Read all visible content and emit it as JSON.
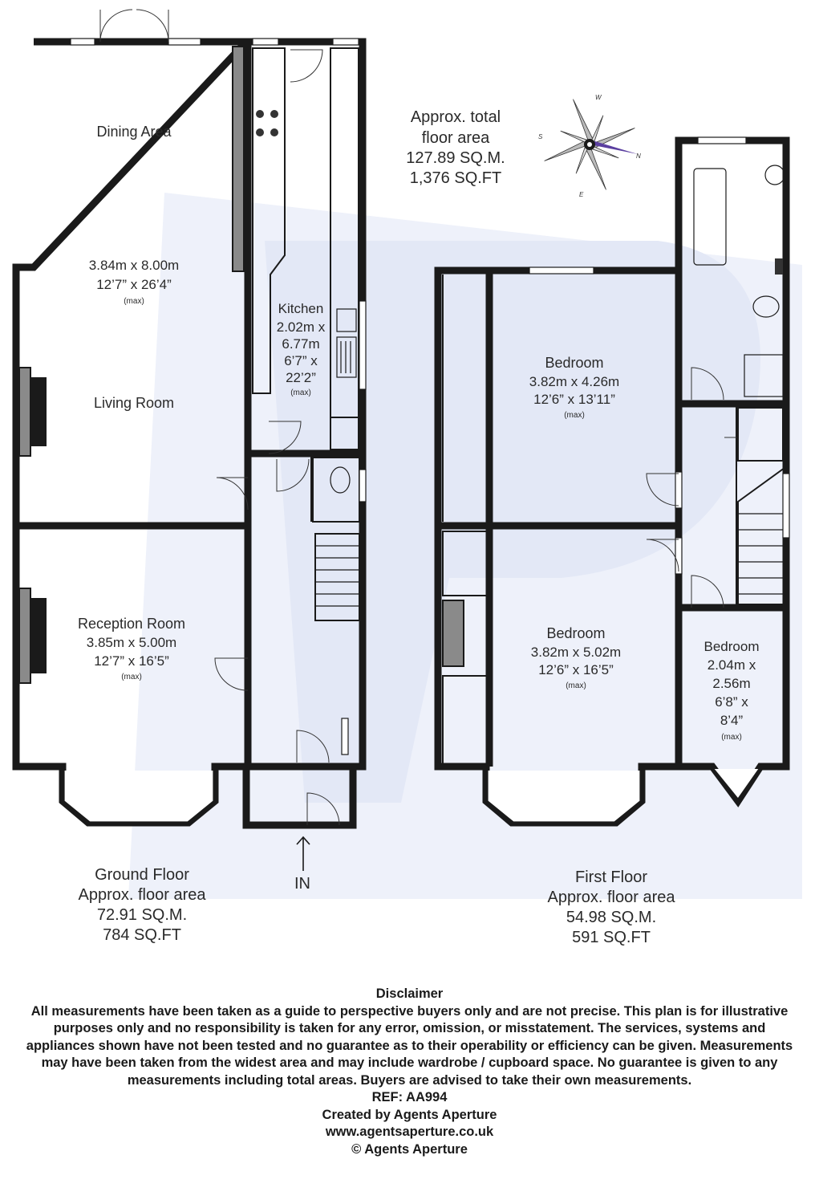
{
  "total": {
    "line1": "Approx. total",
    "line2": "floor area",
    "line3": "127.89 SQ.M.",
    "line4": "1,376 SQ.FT"
  },
  "compass": {
    "n": "N",
    "s": "S",
    "e": "E",
    "w": "W",
    "needle_color": "#5b3fa0"
  },
  "ground": {
    "dining": {
      "name": "Dining Area"
    },
    "living": {
      "name": "Living Room",
      "dim_m": "3.84m x 8.00m",
      "dim_ft": "12’7” x 26’4”",
      "note": "(max)"
    },
    "kitchen": {
      "name": "Kitchen",
      "l1": "2.02m x",
      "l2": "6.77m",
      "l3": "6’7” x",
      "l4": "22’2”",
      "note": "(max)"
    },
    "reception": {
      "name": "Reception Room",
      "dim_m": "3.85m x 5.00m",
      "dim_ft": "12’7” x 16’5”",
      "note": "(max)"
    },
    "entry": "IN",
    "caption": {
      "l1": "Ground Floor",
      "l2": "Approx. floor area",
      "l3": "72.91 SQ.M.",
      "l4": "784 SQ.FT"
    }
  },
  "first": {
    "bed1": {
      "name": "Bedroom",
      "dim_m": "3.82m x 4.26m",
      "dim_ft": "12’6” x 13’11”",
      "note": "(max)"
    },
    "bed2": {
      "name": "Bedroom",
      "dim_m": "3.82m x 5.02m",
      "dim_ft": "12’6” x 16’5”",
      "note": "(max)"
    },
    "bed3": {
      "name": "Bedroom",
      "l1": "2.04m x",
      "l2": "2.56m",
      "l3": "6’8” x",
      "l4": "8’4”",
      "note": "(max)"
    },
    "caption": {
      "l1": "First Floor",
      "l2": "Approx. floor area",
      "l3": "54.98 SQ.M.",
      "l4": "591 SQ.FT"
    }
  },
  "disclaimer": {
    "title": "Disclaimer",
    "body": "All measurements have been taken as a guide to perspective buyers only and are not precise. This plan is for illustrative purposes only and no responsibility is taken for any error, omission, or misstatement. The services, systems and appliances shown have not been tested and no guarantee as to their operability or efficiency can be given. Measurements may have been taken from the widest area and may include wardrobe / cupboard space. No guarantee is given to any measurements including total areas. Buyers are advised to take their own measurements.",
    "ref": "REF: AA994",
    "created": "Created by Agents Aperture",
    "url": "www.agentsaperture.co.uk",
    "copyright": "© Agents Aperture"
  },
  "colors": {
    "wall": "#1a1a1a",
    "watermark": "#eef1fa",
    "grey_fill": "#8a8a8a"
  }
}
